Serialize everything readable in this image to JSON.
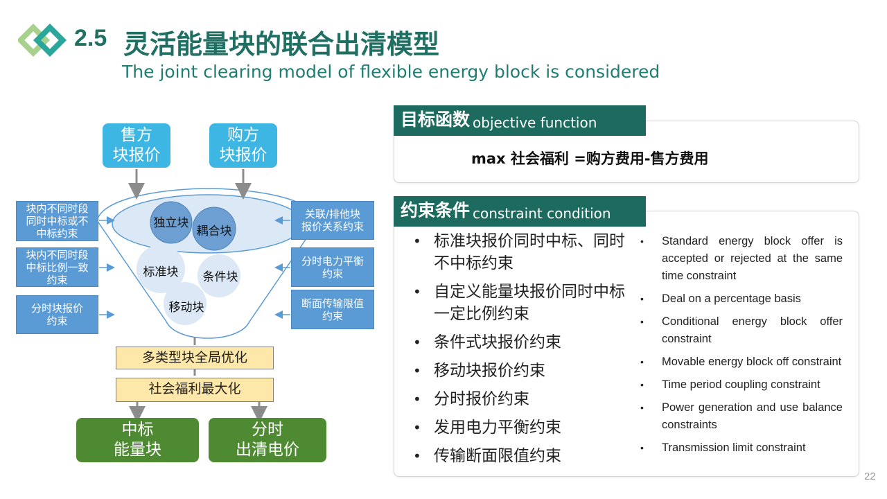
{
  "header": {
    "section_number": "2.5",
    "title": "灵活能量块的联合出清模型",
    "subtitle": "The joint clearing model of flexible energy block is considered"
  },
  "diagram": {
    "sell_bid": "售方\n块报价",
    "buy_bid": "购方\n块报价",
    "left_constraints": [
      "块内不同时段\n同时中标或不\n中标约束",
      "块内不同时段\n中标比例一致\n约束",
      "分时块报价\n约束"
    ],
    "right_constraints": [
      "关联/排他块\n报价关系约束",
      "分时电力平衡\n约束",
      "断面传输限值\n约束"
    ],
    "funnel_blocks": {
      "independent": "独立块",
      "coupled": "耦合块",
      "standard": "标准块",
      "conditional": "条件块",
      "movable": "移动块"
    },
    "step_optimize": "多类型块全局优化",
    "step_welfare": "社会福利最大化",
    "out_blocks": "中标\n能量块",
    "out_price": "分时\n出清电价"
  },
  "objective": {
    "tab_cn": "目标函数",
    "tab_en": "objective function",
    "formula": "max 社会福利 =购方费用-售方费用"
  },
  "constraints": {
    "tab_cn": "约束条件",
    "tab_en": "constraint condition",
    "cn_items": [
      "标准块报价同时中标、同时不中标约束",
      "自定义能量块报价同时中标一定比例约束",
      "条件式块报价约束",
      "移动块报价约束",
      "分时报价约束",
      "发用电力平衡约束",
      "传输断面限值约束"
    ],
    "en_items": [
      "Standard energy block offer is accepted or rejected at the same time constraint",
      "Deal on a percentage basis",
      "Conditional energy block offer constraint",
      "Movable energy block off constraint",
      "Time period coupling constraint",
      "Power generation and use balance constraints",
      "Transmission limit constraint"
    ]
  },
  "page_number": "22",
  "colors": {
    "title_green": "#1f6f63",
    "tab_green": "#1d6b5e",
    "bid_blue": "#3db6e3",
    "constraint_blue": "#5b9bd5",
    "output_green": "#4e8a32",
    "step_yellow": "#fde7a9"
  }
}
